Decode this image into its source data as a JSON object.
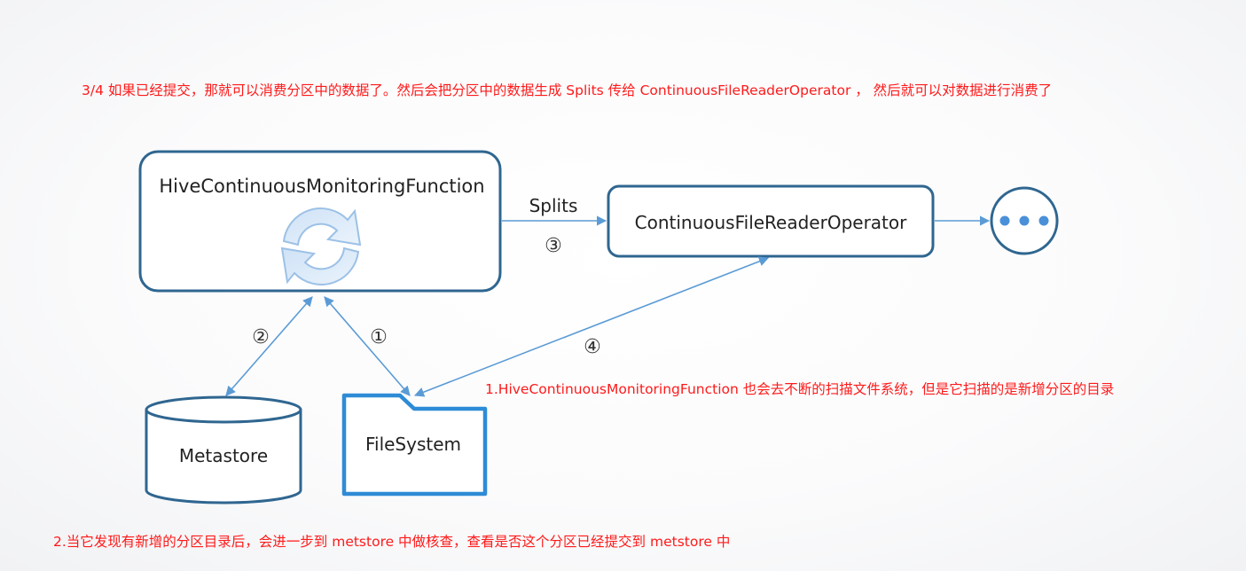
{
  "notes": {
    "top": "3/4 如果已经提交，那就可以消费分区中的数据了。然后会把分区中的数据生成 Splits 传给 ContinuousFileReaderOperator ， 然后就可以对数据进行消费了",
    "right": "1.HiveContinuousMonitoringFunction 也会去不断的扫描文件系统，但是它扫描的是新增分区的目录",
    "bottom": "2.当它发现有新增的分区目录后，会进一步到 metstore 中做核查，查看是否这个分区已经提交到 metstore 中"
  },
  "nodes": {
    "monitor": "HiveContinuousMonitoringFunction",
    "reader": "ContinuousFileReaderOperator",
    "metastore": "Metastore",
    "filesystem": "FileSystem"
  },
  "edges": {
    "splits_label": "Splits",
    "step1": "①",
    "step2": "②",
    "step3": "③",
    "step4": "④"
  },
  "icons": {
    "refresh": "refresh-cycle-icon",
    "more": "ellipsis-icon",
    "database": "cylinder-database-icon",
    "folder": "folder-icon"
  },
  "colors": {
    "box_stroke": "#2f6690",
    "arrow": "#5b9bd5",
    "note": "#ff1a1a",
    "folder_stroke": "#2e8bd6"
  }
}
